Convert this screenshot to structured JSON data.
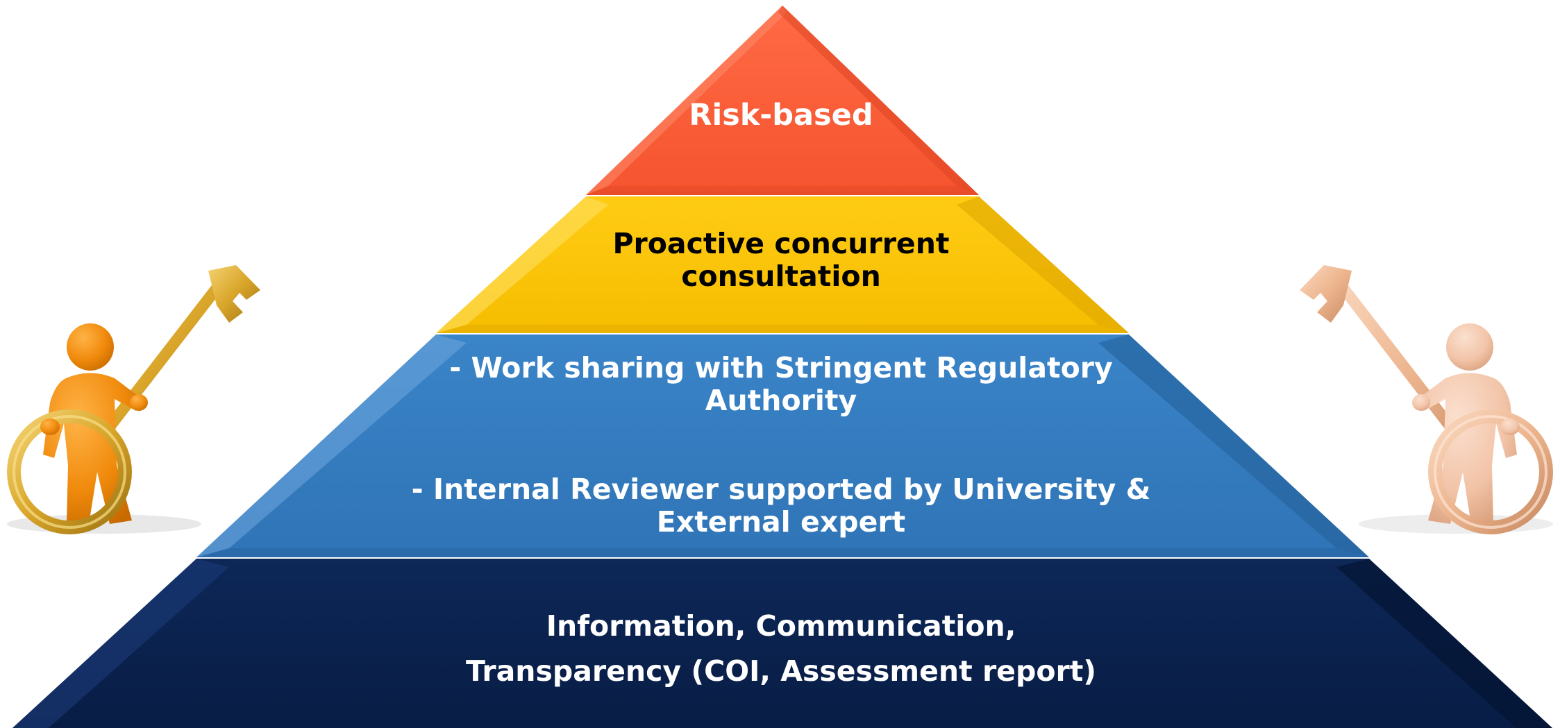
{
  "pyramid": {
    "tiers": [
      {
        "lines": [
          "Risk-based"
        ],
        "color": "#FF5F3A",
        "text_color": "#FFFFFF"
      },
      {
        "lines": [
          "Proactive concurrent",
          "consultation"
        ],
        "color": "#FFC700",
        "text_color": "#000000"
      },
      {
        "blocks": [
          {
            "lines": [
              "- Work sharing with Stringent Regulatory",
              "Authority"
            ]
          },
          {
            "lines": [
              "- Internal Reviewer supported by University &",
              "External expert"
            ]
          }
        ],
        "color": "#347DC2",
        "text_color": "#FFFFFF"
      },
      {
        "lines": [
          "Information, Communication,",
          "Transparency (COI, Assessment report)"
        ],
        "color": "#0B2350",
        "text_color": "#FFFFFF"
      }
    ]
  },
  "figures": {
    "left": {
      "icon": "person-holding-key-icon",
      "body_color": "#F08A0C",
      "key_color": "#D9A52A"
    },
    "right": {
      "icon": "person-holding-key-icon",
      "body_color": "#F2C4A8",
      "key_color": "#EDB58E"
    }
  }
}
